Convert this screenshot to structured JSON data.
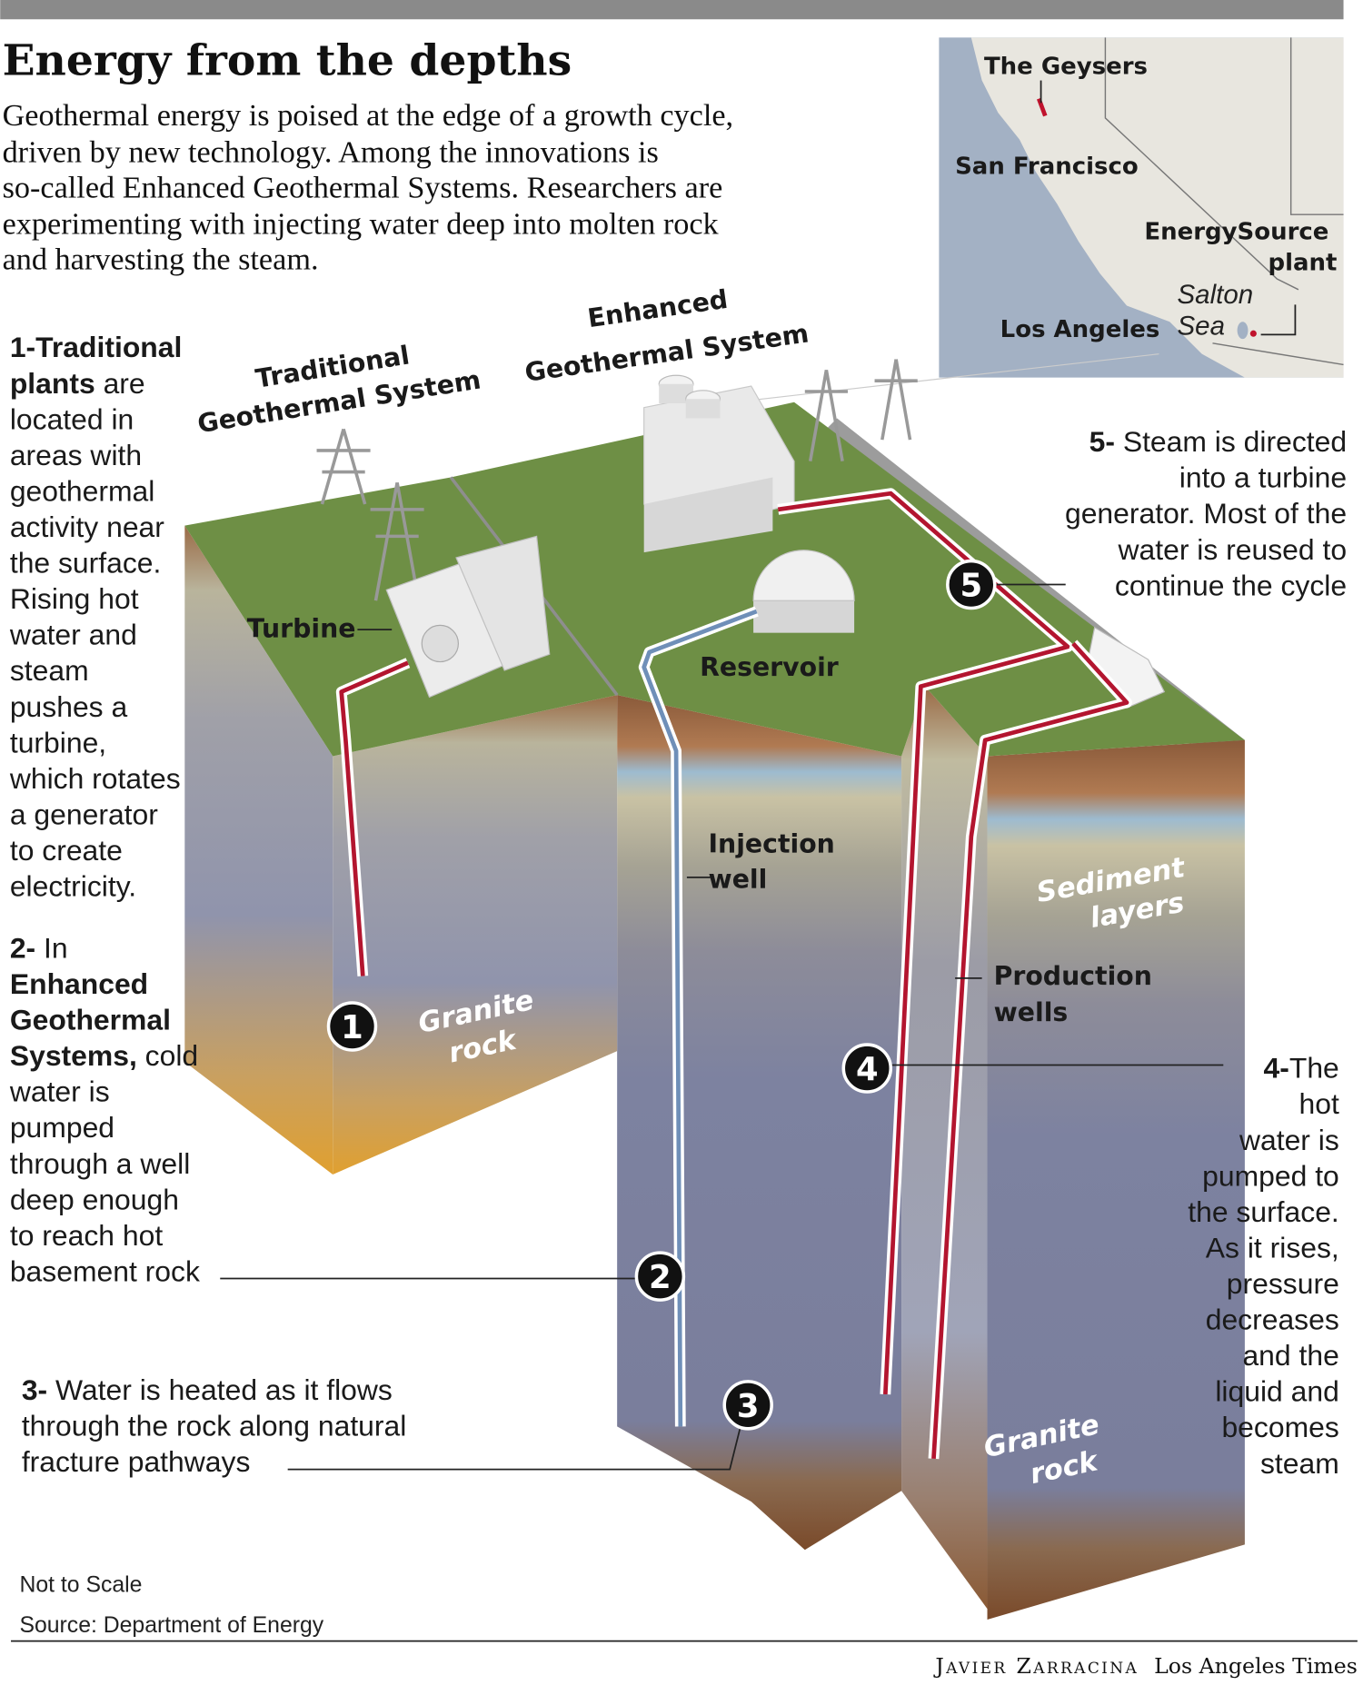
{
  "title": "Energy from the depths",
  "intro": [
    "Geothermal energy is poised at the edge of a growth cycle,",
    "driven by new technology. Among the innovations is",
    "so-called Enhanced Geothermal Systems. Researchers are",
    "experimenting with injecting water deep into molten rock",
    "and harvesting the steam."
  ],
  "map": {
    "geysers": "The Geysers",
    "san_francisco": "San Francisco",
    "energysource_1": "EnergySource",
    "energysource_2": "plant",
    "salton_1": "Salton",
    "salton_2": "Sea",
    "los_angeles": "Los Angeles",
    "colors": {
      "water": "#a3b1c4",
      "land": "#e8e6df",
      "marker": "#c0132d"
    }
  },
  "systems": {
    "traditional_1": "Traditional",
    "traditional_2": "Geothermal System",
    "enhanced_1": "Enhanced",
    "enhanced_2": "Geothermal System"
  },
  "labels": {
    "turbine": "Turbine",
    "reservoir": "Reservoir",
    "injection_1": "Injection",
    "injection_2": "well",
    "sediment_1": "Sediment",
    "sediment_2": "layers",
    "production_1": "Production",
    "production_2": "wells",
    "granite_1": "Granite",
    "granite_2": "rock"
  },
  "markers": [
    "1",
    "2",
    "3",
    "4",
    "5"
  ],
  "step1": [
    {
      "b": "1-Traditional",
      "t": ""
    },
    {
      "b": "plants",
      "t": " are"
    },
    {
      "b": "",
      "t": "located in"
    },
    {
      "b": "",
      "t": "areas with"
    },
    {
      "b": "",
      "t": "geothermal"
    },
    {
      "b": "",
      "t": "activity near"
    },
    {
      "b": "",
      "t": "the surface."
    },
    {
      "b": "",
      "t": "Rising hot"
    },
    {
      "b": "",
      "t": "water and"
    },
    {
      "b": "",
      "t": "steam"
    },
    {
      "b": "",
      "t": "pushes a"
    },
    {
      "b": "",
      "t": "turbine,"
    },
    {
      "b": "",
      "t": "which rotates"
    },
    {
      "b": "",
      "t": "a generator"
    },
    {
      "b": "",
      "t": "to create"
    },
    {
      "b": "",
      "t": "electricity."
    }
  ],
  "step2": [
    {
      "b": "2-",
      "t": " In"
    },
    {
      "b": "Enhanced",
      "t": ""
    },
    {
      "b": "Geothermal",
      "t": ""
    },
    {
      "b": "Systems,",
      "t": " cold"
    },
    {
      "b": "",
      "t": "water is"
    },
    {
      "b": "",
      "t": "pumped"
    },
    {
      "b": "",
      "t": "through a well"
    },
    {
      "b": "",
      "t": "deep enough"
    },
    {
      "b": "",
      "t": "to reach hot"
    },
    {
      "b": "",
      "t": "basement rock"
    }
  ],
  "step3": [
    {
      "b": "3-",
      "t": " Water is heated as it flows"
    },
    {
      "b": "",
      "t": "through the rock along natural"
    },
    {
      "b": "",
      "t": "fracture pathways"
    }
  ],
  "step4": [
    {
      "b": "4-",
      "t": "The"
    },
    {
      "b": "",
      "t": "hot"
    },
    {
      "b": "",
      "t": "water is"
    },
    {
      "b": "",
      "t": "pumped to"
    },
    {
      "b": "",
      "t": "the surface."
    },
    {
      "b": "",
      "t": "As it rises,"
    },
    {
      "b": "",
      "t": "pressure"
    },
    {
      "b": "",
      "t": "decreases"
    },
    {
      "b": "",
      "t": "and the"
    },
    {
      "b": "",
      "t": "liquid and"
    },
    {
      "b": "",
      "t": "becomes"
    },
    {
      "b": "",
      "t": "steam"
    }
  ],
  "step5": [
    {
      "b": "5-",
      "t": " Steam is directed"
    },
    {
      "b": "",
      "t": "into a turbine"
    },
    {
      "b": "",
      "t": "generator. Most of  the"
    },
    {
      "b": "",
      "t": "water is reused to"
    },
    {
      "b": "",
      "t": "continue the cycle"
    }
  ],
  "footer": {
    "not_to_scale": "Not to Scale",
    "source": "Source: Department of Energy",
    "artist": "Javier Zarracina",
    "publication": "Los Angeles Times"
  },
  "colors": {
    "hot": "#b3152f",
    "cold": "#6f8fb8",
    "grass": "#6e8f45",
    "top_bar": "#8a8a8a"
  }
}
